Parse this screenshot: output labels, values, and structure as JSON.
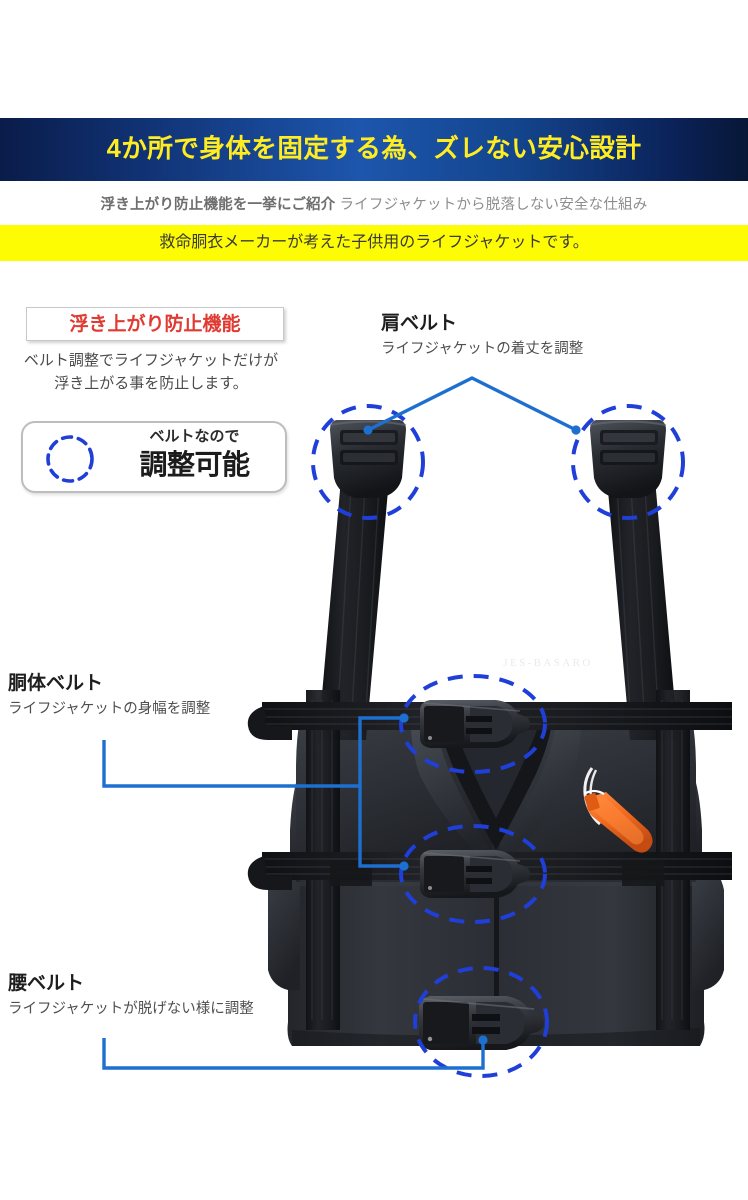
{
  "banner": {
    "title": "4か所で身体を固定する為、ズレない安心設計"
  },
  "subtitle": {
    "strong": "浮き上がり防止機能を一挙にご紹介",
    "light": "ライフジャケットから脱落しない安全な仕組み"
  },
  "yellow_band": {
    "text": "救命胴衣メーカーが考えた子供用のライフジャケットです。"
  },
  "feature_box": {
    "title": "浮き上がり防止機能",
    "desc_line1": "ベルト調整でライフジャケットだけが",
    "desc_line2": "浮き上がる事を防止します。"
  },
  "badge": {
    "icon": "dashed-circle-icon",
    "line1": "ベルトなので",
    "line2": "調整可能"
  },
  "callouts": [
    {
      "id": "shoulder",
      "title": "肩ベルト",
      "desc": "ライフジャケットの着丈を調整"
    },
    {
      "id": "torso",
      "title": "胴体ベルト",
      "desc": "ライフジャケットの身幅を調整"
    },
    {
      "id": "waist",
      "title": "腰ベルト",
      "desc": "ライフジャケットが脱げない様に調整"
    }
  ],
  "product": {
    "logo_text": "JES-BASARO",
    "logo_mark": "crossed-arrows-icon",
    "whistle": "orange-whistle-icon"
  },
  "colors": {
    "banner_blue_dark": "#0a1c4a",
    "banner_blue_light": "#1d56ad",
    "banner_text_yellow": "#ffec21",
    "yellow_band": "#fdfc02",
    "accent_red": "#e03b33",
    "connector_blue": "#1d6fd0",
    "dashed_blue": "#1f3fd8",
    "whistle_orange": "#f26a21"
  }
}
